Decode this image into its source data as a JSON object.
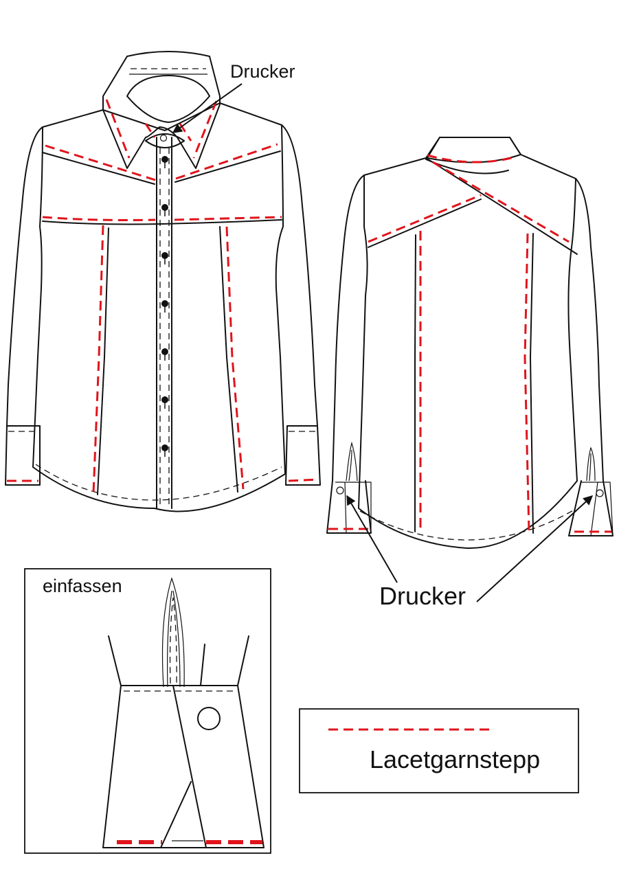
{
  "labels": {
    "printer_top": "Drucker",
    "printer_bottom": "Drucker",
    "detail_title": "einfassen",
    "legend_text": "Lacetgarnstepp"
  },
  "colors": {
    "stitch": "#e0141b",
    "outline": "#111111"
  },
  "front_buttons": 7
}
